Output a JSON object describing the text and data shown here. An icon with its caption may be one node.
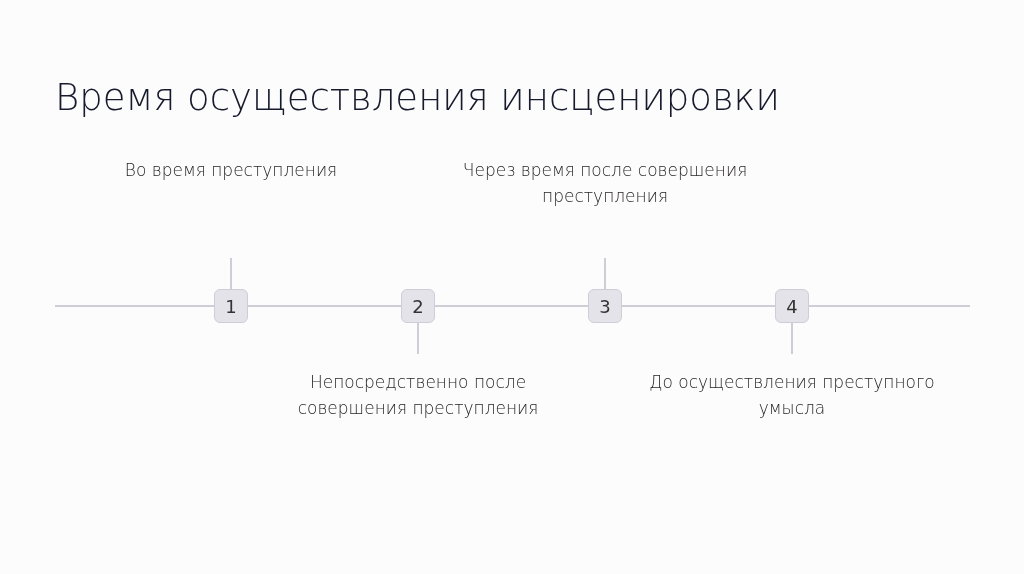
{
  "diagram": {
    "title": "Время осуществления инсценировки",
    "nodes": [
      {
        "text": [
          "1"
        ]
      },
      {
        "text": [
          "2"
        ]
      },
      {
        "text": [
          "3"
        ]
      },
      {
        "text": [
          "4"
        ]
      }
    ],
    "edges": [
      {
        "from": 0,
        "to": 1,
        "arrow": "none"
      },
      {
        "from": 1,
        "to": 2,
        "arrow": "none"
      },
      {
        "from": 2,
        "to": 3,
        "arrow": "none"
      }
    ],
    "labels": [
      "Во время преступления",
      "Через время после совершения преступления",
      "Непосредственно после совершения преступления",
      "До осуществления преступного умысла"
    ]
  }
}
